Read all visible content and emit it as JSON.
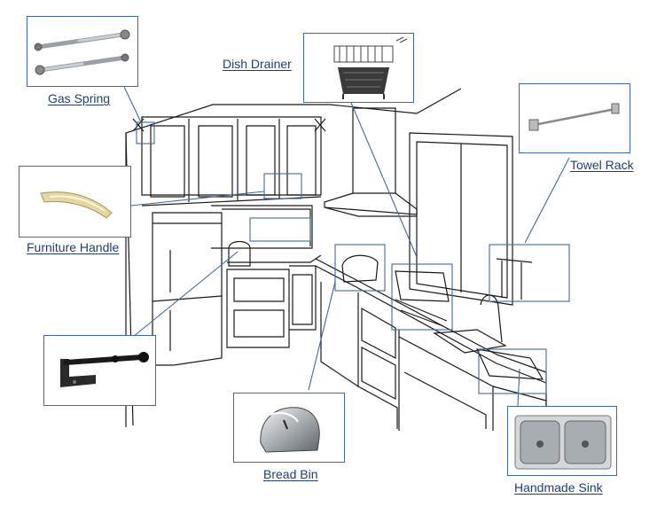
{
  "colors": {
    "frame": "#3d6aa0",
    "leader": "#3d6aa0",
    "label": "#1f3f72",
    "sketch": "#1a1a1a"
  },
  "callouts": [
    {
      "id": "gas-spring",
      "label": "Gas Spring",
      "icon": "gas-spring-icon"
    },
    {
      "id": "dish-drainer",
      "label": "Dish Drainer",
      "icon": "dish-drainer-icon"
    },
    {
      "id": "towel-rack",
      "label": "Towel Rack",
      "icon": "towel-rack-icon"
    },
    {
      "id": "furniture-handle",
      "label": "Furniture Handle",
      "icon": "furniture-handle-icon"
    },
    {
      "id": "doorstop",
      "label": "",
      "icon": "doorstop-icon"
    },
    {
      "id": "bread-bin",
      "label": "Bread Bin",
      "icon": "bread-bin-icon"
    },
    {
      "id": "handmade-sink",
      "label": "Handmade Sink",
      "icon": "sink-icon"
    }
  ]
}
